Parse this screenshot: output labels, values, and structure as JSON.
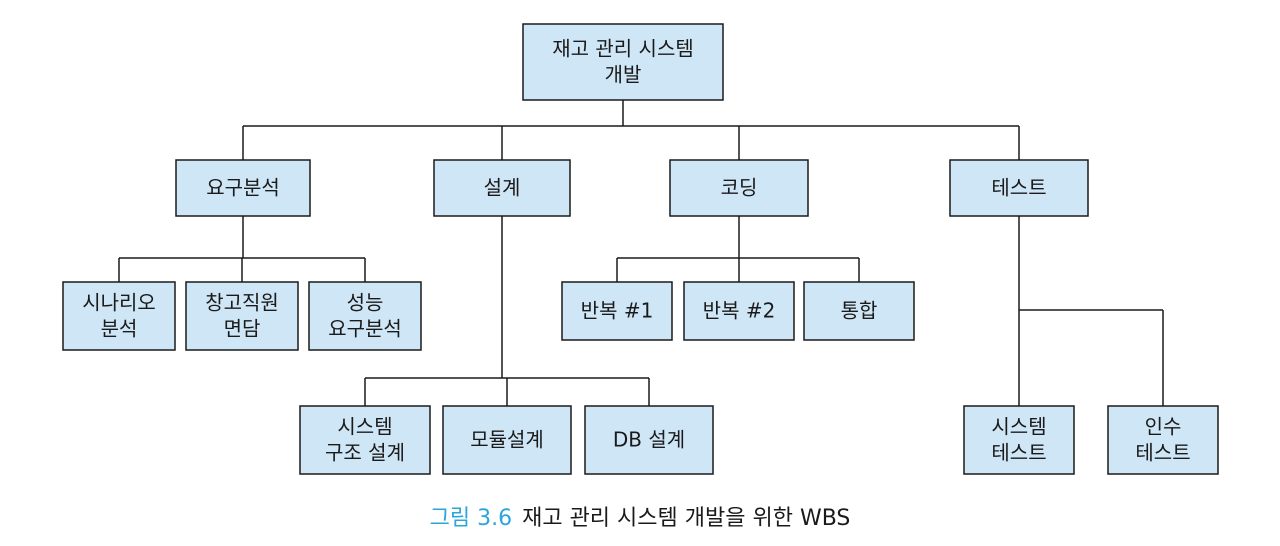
{
  "diagram": {
    "root": {
      "lines": [
        "재고 관리 시스템",
        "개발"
      ]
    },
    "phases": [
      {
        "label": [
          "요구분석"
        ],
        "tasks": [
          {
            "lines": [
              "시나리오",
              "분석"
            ]
          },
          {
            "lines": [
              "창고직원",
              "면담"
            ]
          },
          {
            "lines": [
              "성능",
              "요구분석"
            ]
          }
        ]
      },
      {
        "label": [
          "설계"
        ],
        "tasks": [
          {
            "lines": [
              "시스템",
              "구조 설계"
            ]
          },
          {
            "lines": [
              "모듈설계"
            ]
          },
          {
            "lines": [
              "DB 설계"
            ]
          }
        ]
      },
      {
        "label": [
          "코딩"
        ],
        "tasks": [
          {
            "lines": [
              "반복 #1"
            ]
          },
          {
            "lines": [
              "반복 #2"
            ]
          },
          {
            "lines": [
              "통합"
            ]
          }
        ]
      },
      {
        "label": [
          "테스트"
        ],
        "tasks": [
          {
            "lines": [
              "시스템",
              "테스트"
            ]
          },
          {
            "lines": [
              "인수",
              "테스트"
            ]
          }
        ]
      }
    ],
    "colors": {
      "box_fill": "#cfe6f7",
      "line": "#1a1a1a",
      "caption_accent": "#2aa6dc"
    }
  },
  "caption": {
    "figure_label": "그림 3.6",
    "text": "재고 관리 시스템 개발을 위한 WBS"
  }
}
